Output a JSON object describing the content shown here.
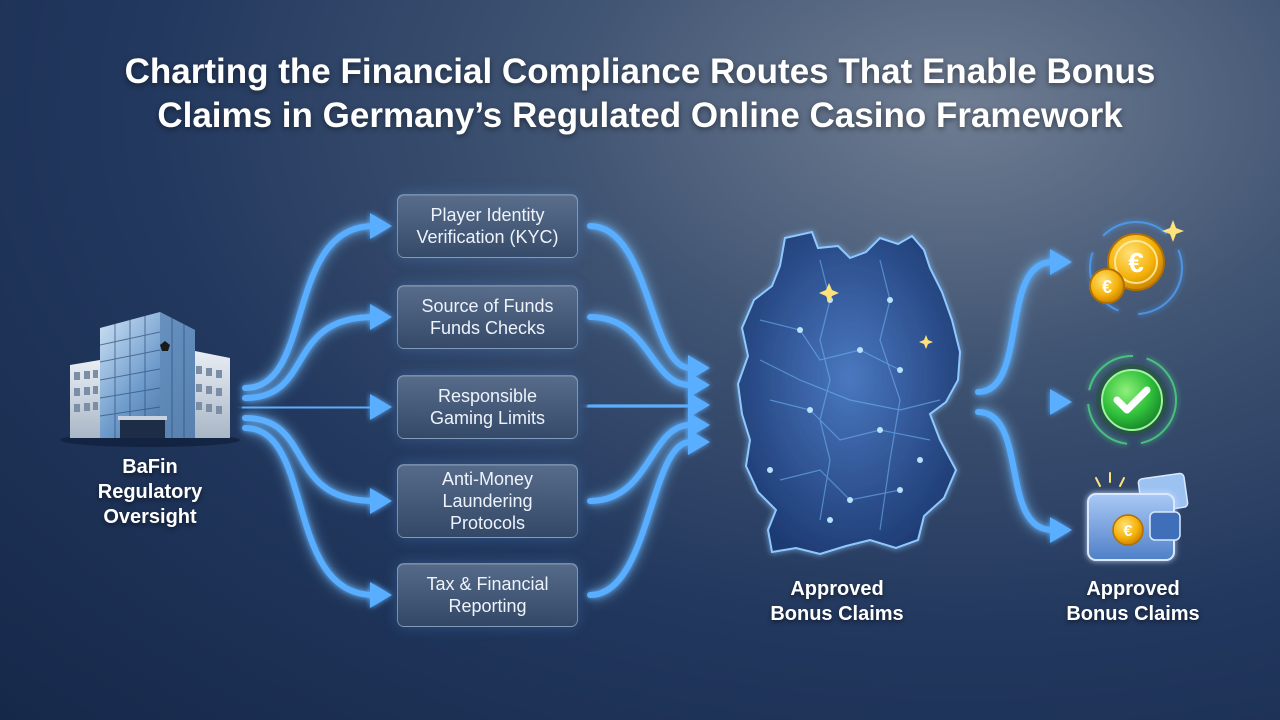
{
  "title": {
    "line1": "Charting the Financial Compliance Routes That Enable Bonus",
    "line2": "Claims in Germany’s Regulated Online Casino Framework"
  },
  "source": {
    "label": "BaFin\nRegulatory\nOversight",
    "icon": "office-building-icon"
  },
  "steps": [
    {
      "label": "Player Identity\nVerification (KYC)"
    },
    {
      "label": "Source of Funds\nFunds Checks"
    },
    {
      "label": "Responsible\nGaming Limits"
    },
    {
      "label": "Anti-Money\nLaundering\nProtocols"
    },
    {
      "label": "Tax & Financial\nReporting"
    }
  ],
  "hub": {
    "label": "Approved\nBonus Claims",
    "icon": "germany-map-icon"
  },
  "outcomes": {
    "label": "Approved\nBonus Claims",
    "icons": [
      "euro-coins-icon",
      "checkmark-icon",
      "wallet-icon"
    ],
    "coin_symbol": "€"
  },
  "colors": {
    "arrow": "#5aaeff",
    "arrow_glow": "#8fd0ff",
    "coin": "#f5b20a",
    "check": "#2fbf3a"
  }
}
